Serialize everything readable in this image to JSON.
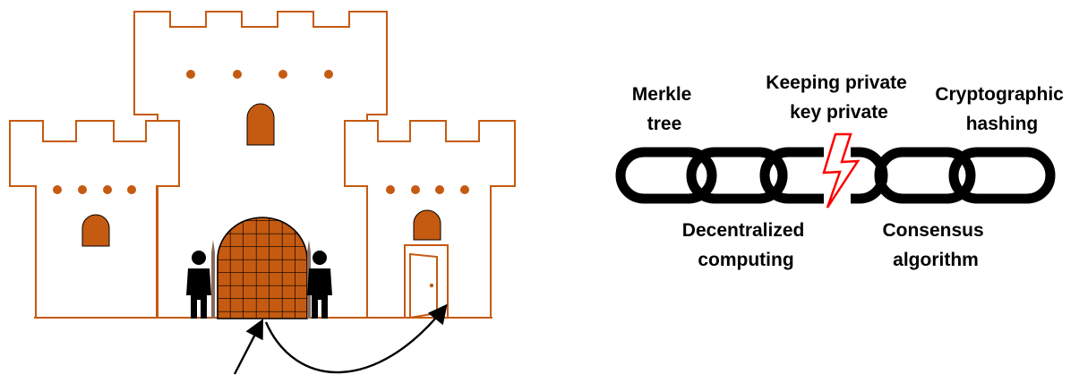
{
  "colors": {
    "castle_stroke": "#c55a11",
    "castle_fill": "#ffffff",
    "accent_fill": "#c55a11",
    "chain": "#000000",
    "bolt": "#ff0000",
    "guard": "#000000",
    "arrow": "#000000"
  },
  "icons": {
    "castle": "castle-icon",
    "gate": "portcullis-gate-icon",
    "guard": "guard-person-icon",
    "door": "open-side-door-icon",
    "arrow": "curved-arrow-icon",
    "chain": "chain-link-icon",
    "break": "lightning-bolt-icon"
  },
  "chain": {
    "top_labels": [
      {
        "lines": [
          "Merkle",
          "tree"
        ]
      },
      {
        "lines": [
          "Keeping private",
          "key private"
        ]
      },
      {
        "lines": [
          "Cryptographic",
          "hashing"
        ]
      }
    ],
    "bottom_labels": [
      {
        "lines": [
          "Decentralized",
          "computing"
        ]
      },
      {
        "lines": [
          "Consensus",
          "algorithm"
        ]
      }
    ],
    "link_count": 6,
    "broken_between_links": [
      3,
      4
    ]
  }
}
